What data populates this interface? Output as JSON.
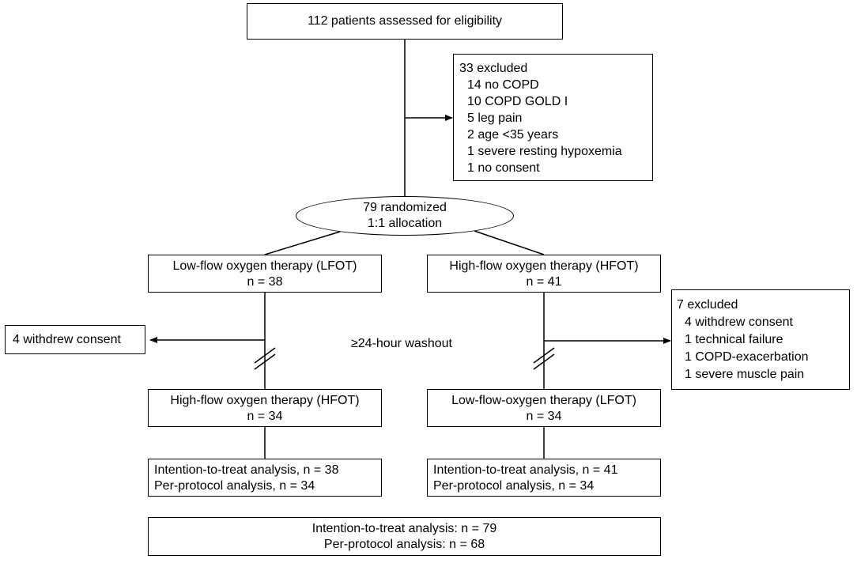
{
  "screening": {
    "text": "112 patients assessed for eligibility"
  },
  "excluded_initial": {
    "title": "33 excluded",
    "items": [
      "14 no COPD",
      "10 COPD GOLD I",
      "5 leg pain",
      "2 age <35 years",
      "1 severe resting hypoxemia",
      "1 no consent"
    ]
  },
  "randomized": {
    "line1": "79 randomized",
    "line2": "1:1 allocation"
  },
  "arm_lfot": {
    "line1": "Low-flow oxygen therapy (LFOT)",
    "line2": "n = 38"
  },
  "arm_hfot": {
    "line1": "High-flow oxygen therapy (HFOT)",
    "line2": "n = 41"
  },
  "withdrew_left": {
    "text": "4 withdrew consent"
  },
  "washout": {
    "text": "≥24-hour washout"
  },
  "excluded_right": {
    "title": "7 excluded",
    "items": [
      "4 withdrew consent",
      "1 technical failure",
      "1 COPD-exacerbation",
      "1 severe muscle pain"
    ]
  },
  "cross_left": {
    "line1": "High-flow oxygen therapy (HFOT)",
    "line2": "n = 34"
  },
  "cross_right": {
    "line1": "Low-flow-oxygen therapy (LFOT)",
    "line2": "n = 34"
  },
  "analysis_left": {
    "line1": "Intention-to-treat analysis, n = 38",
    "line2": "Per-protocol analysis, n = 34"
  },
  "analysis_right": {
    "line1": "Intention-to-treat analysis, n = 41",
    "line2": "Per-protocol analysis, n = 34"
  },
  "analysis_total": {
    "line1": "Intention-to-treat analysis: n = 79",
    "line2": "Per-protocol analysis: n = 68"
  }
}
